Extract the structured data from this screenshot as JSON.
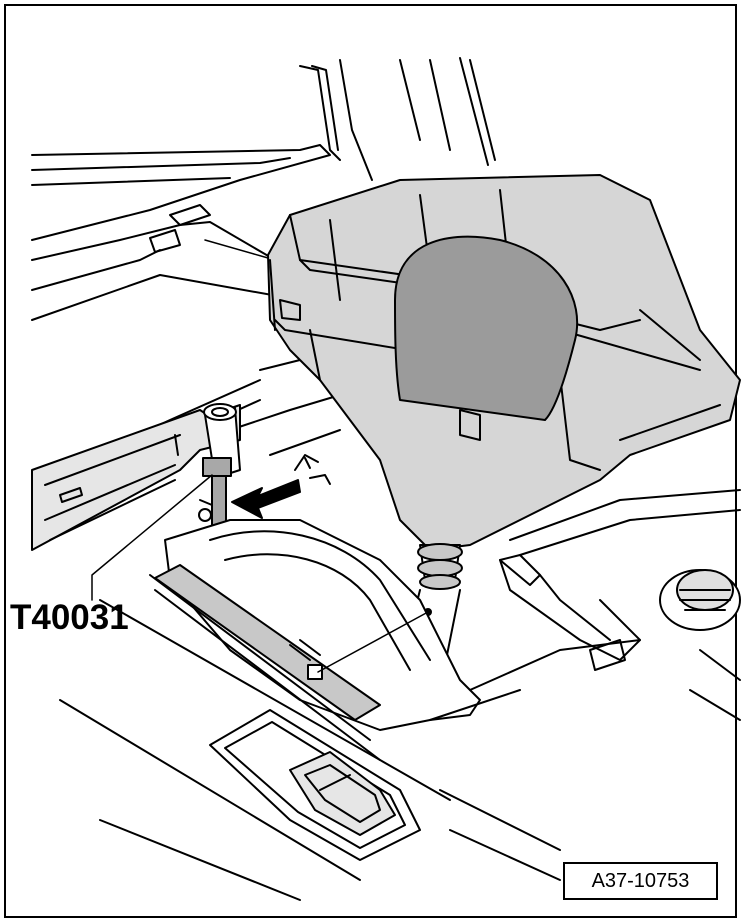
{
  "figure": {
    "tool_label": "T40031",
    "reference_code": "A37-10753"
  },
  "colors": {
    "line": "#000000",
    "boot_fill": "#d6d6d6",
    "oval_fill": "#9b9b9b",
    "tool_fill": "#a8a8a8",
    "gate_fill": "#c8c8c8"
  },
  "icons": {
    "arrow": "push-direction-arrow",
    "rotation": "rotation-indicator-icon"
  }
}
